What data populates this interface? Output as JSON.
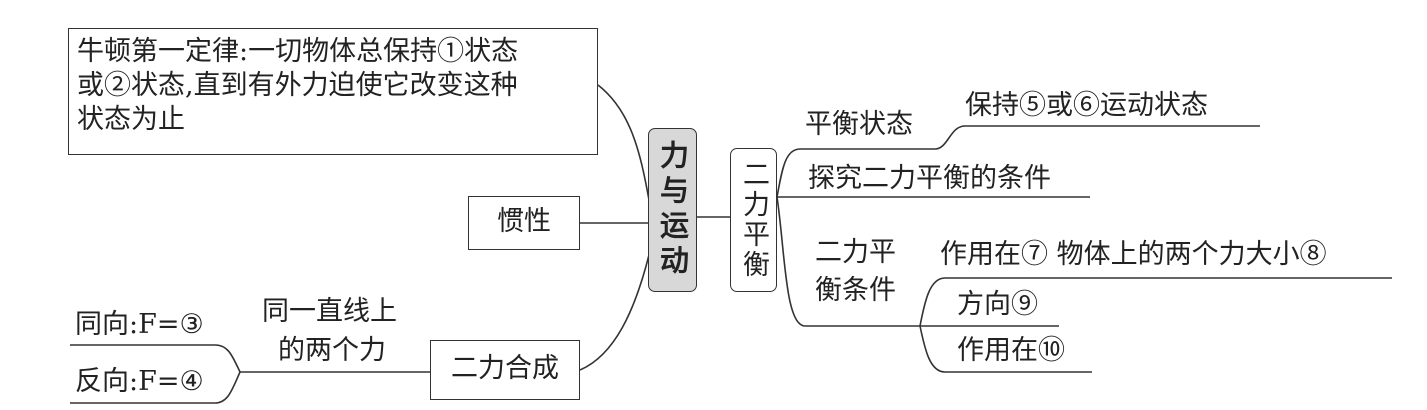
{
  "center": "力与运动",
  "newton": {
    "lines": [
      "牛顿第一定律:一切物体总保持①状态",
      "或②状态,直到有外力迫使它改变这种",
      "状态为止"
    ]
  },
  "inertia": "惯性",
  "composition": {
    "label": "二力合成",
    "note_lines": [
      "同一直线上",
      "的两个力"
    ],
    "same_direction": "同向:F=③",
    "opposite_direction": "反向:F=④"
  },
  "balance": {
    "label": "二力平衡",
    "state": {
      "label": "平衡状态",
      "detail": "保持⑤或⑥运动状态"
    },
    "explore": "探究二力平衡的条件",
    "conditions": {
      "label_lines": [
        "二力平",
        "衡条件"
      ],
      "items": [
        "作用在⑦ 物体上的两个力大小⑧",
        "方向⑨",
        "作用在⑩"
      ]
    }
  }
}
